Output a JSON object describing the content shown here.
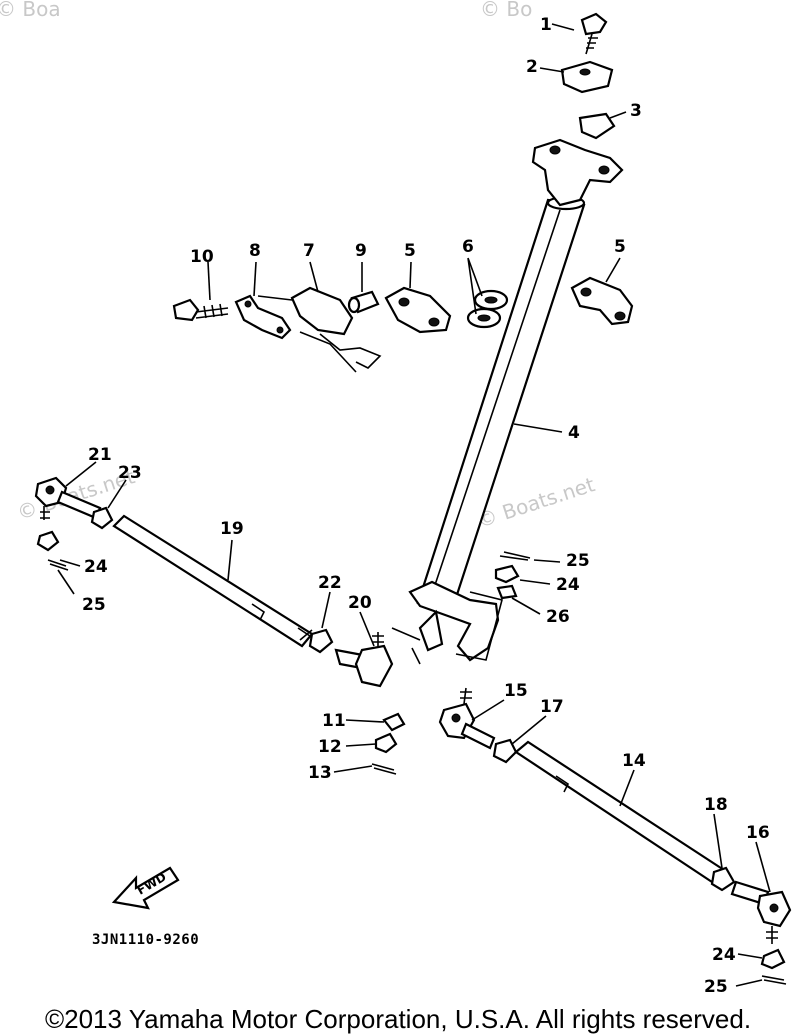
{
  "watermark": {
    "top_left": "© Boa",
    "top_center": "© Bo",
    "center_right": "© Boats.net",
    "left_tierod": "© Boats.net"
  },
  "diagram_code": "3JN1110-9260",
  "fwd_label": "FWD",
  "copyright": "©2013 Yamaha Motor Corporation, U.S.A. All rights reserved.",
  "callouts": [
    "1",
    "2",
    "3",
    "4",
    "5",
    "5",
    "6",
    "7",
    "8",
    "9",
    "10",
    "11",
    "12",
    "13",
    "14",
    "15",
    "16",
    "17",
    "18",
    "19",
    "20",
    "21",
    "22",
    "23",
    "24",
    "24",
    "24",
    "25",
    "25",
    "25",
    "26"
  ]
}
